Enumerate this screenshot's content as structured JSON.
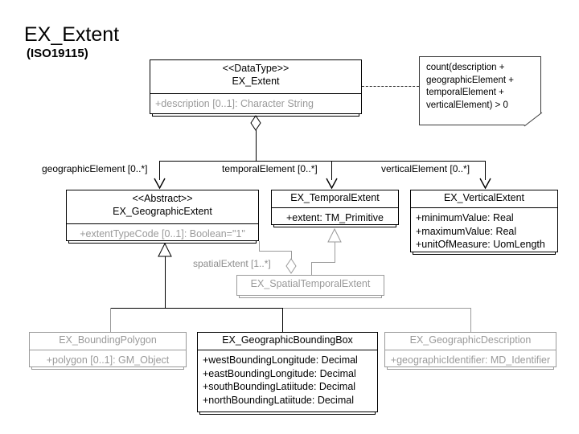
{
  "diagram": {
    "title": "EX_Extent",
    "subtitle": "(ISO19115)",
    "standard": "ISO19115",
    "type": "uml-class-diagram"
  },
  "note": {
    "name": "constraint-note",
    "text": "count(description + geographicElement + temporalElement + verticalElement) > 0"
  },
  "classes": {
    "ex_extent": {
      "stereotype": "<<DataType>>",
      "name": "EX_Extent",
      "attributes": [
        "+description [0..1]: Character String"
      ]
    },
    "ex_geographic_extent": {
      "stereotype": "<<Abstract>>",
      "name": "EX_GeographicExtent",
      "attributes": [
        "+extentTypeCode [0..1]: Boolean=\"1\""
      ]
    },
    "ex_temporal_extent": {
      "name": "EX_TemporalExtent",
      "attributes": [
        "+extent: TM_Primitive"
      ]
    },
    "ex_vertical_extent": {
      "name": "EX_VerticalExtent",
      "attributes": [
        "+minimumValue: Real",
        "+maximumValue: Real",
        "+unitOfMeasure: UomLength"
      ]
    },
    "ex_spatial_temporal_extent": {
      "name": "EX_SpatialTemporalExtent",
      "attributes": []
    },
    "ex_bounding_polygon": {
      "name": "EX_BoundingPolygon",
      "attributes": [
        "+polygon [0..1]: GM_Object"
      ]
    },
    "ex_geographic_bounding_box": {
      "name": "EX_GeographicBoundingBox",
      "attributes": [
        "+westBoundingLongitude: Decimal",
        "+eastBoundingLongitude: Decimal",
        "+southBoundingLatiitude: Decimal",
        "+northBoundingLatiitude: Decimal"
      ]
    },
    "ex_geographic_description": {
      "name": "EX_GeographicDescription",
      "attributes": [
        "+geographicIdentifier: MD_Identifier"
      ]
    }
  },
  "associations": {
    "geographic_element": "geographicElement [0..*]",
    "temporal_element": "temporalElement [0..*]",
    "vertical_element": "verticalElement [0..*]",
    "spatial_extent": "spatialExtent [1..*]"
  },
  "colors": {
    "line": "#000000",
    "line_gray": "#9a9a9a",
    "text": "#000000",
    "text_gray": "#9a9a9a",
    "background": "#ffffff"
  }
}
